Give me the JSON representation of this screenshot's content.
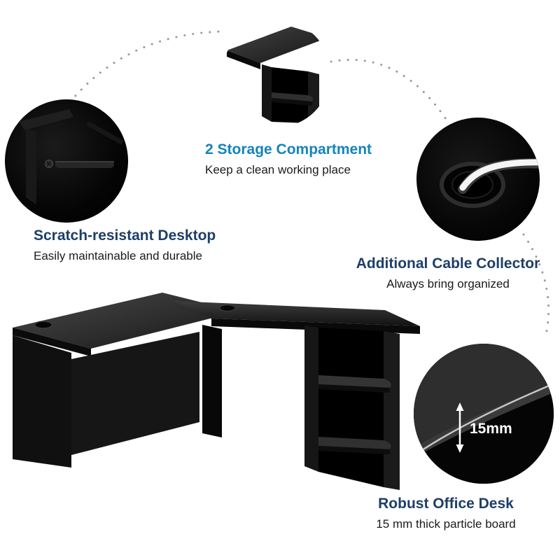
{
  "features": {
    "scratch": {
      "title": "Scratch-resistant Desktop",
      "subtitle": "Easily maintainable and durable",
      "title_color": "#1d3e67"
    },
    "storage": {
      "title": "2 Storage Compartment",
      "subtitle": "Keep a clean working place",
      "title_color": "#1583bb"
    },
    "cable": {
      "title": "Additional Cable Collector",
      "subtitle": "Always bring organized",
      "title_color": "#1d3e67"
    },
    "robust": {
      "title": "Robust Office Desk",
      "subtitle": "15 mm thick particle board",
      "title_color": "#1d3e67"
    }
  },
  "annotations": {
    "thickness": "15mm"
  },
  "colors": {
    "background": "#ffffff",
    "heading_navy": "#1d3e67",
    "heading_blue": "#1583bb",
    "subtitle_text": "#1b1b1b",
    "desk_black": "#0d0d0d",
    "connector_dots": "#9a9a9a",
    "cable_white": "#f5f5f5"
  }
}
